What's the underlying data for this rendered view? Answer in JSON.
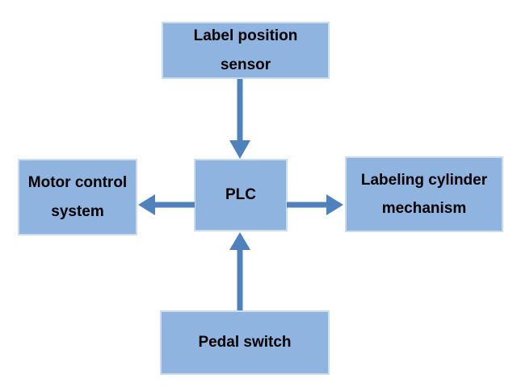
{
  "diagram": {
    "type": "block-diagram",
    "nodes": {
      "sensor": {
        "label": "Label position sensor"
      },
      "motor": {
        "label": "Motor control system"
      },
      "plc": {
        "label": "PLC"
      },
      "cylinder": {
        "label": "Labeling cylinder mechanism"
      },
      "pedal": {
        "label": "Pedal switch"
      }
    },
    "edges": [
      {
        "from": "Label position sensor",
        "to": "PLC",
        "direction": "down"
      },
      {
        "from": "PLC",
        "to": "Motor control system",
        "direction": "left"
      },
      {
        "from": "PLC",
        "to": "Labeling cylinder mechanism",
        "direction": "right"
      },
      {
        "from": "Pedal switch",
        "to": "PLC",
        "direction": "up"
      }
    ],
    "colors": {
      "background": "#ffffff",
      "node_fill": "#8fb4e0",
      "node_border": "#c9dcf0",
      "arrow": "#4f81bd",
      "text": "#000000"
    }
  }
}
